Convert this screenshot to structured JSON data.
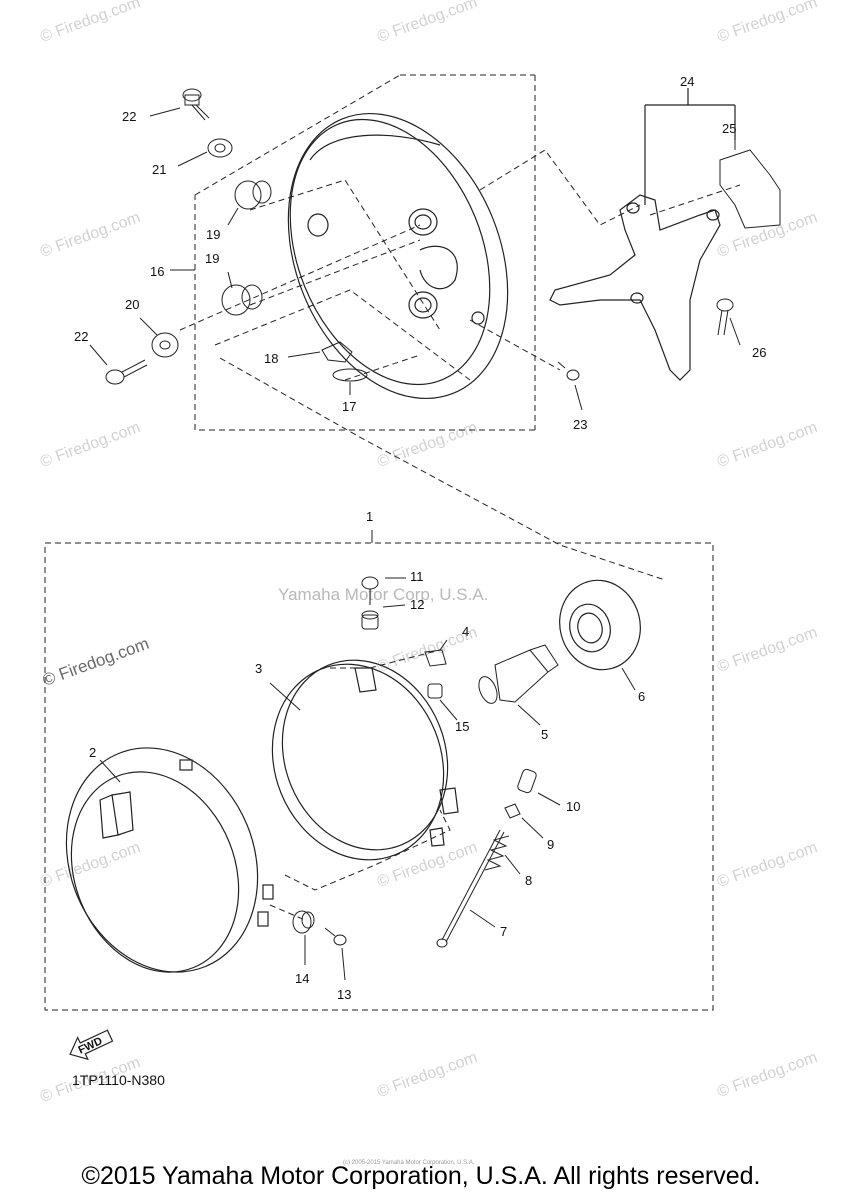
{
  "watermark": "© Firedog.com",
  "center_watermark": "Yamaha Motor Corp, U.S.A.",
  "diagram_code": "1TP1110-N380",
  "fwd_label": "FWD",
  "copyright": "©2015 Yamaha Motor Corporation, U.S.A. All rights reserved.",
  "tiny_note": "(c) 2005-2015 Yamaha Motor Corporation, U.S.A.",
  "part_labels": {
    "p1": "1",
    "p2": "2",
    "p3": "3",
    "p4": "4",
    "p5": "5",
    "p6": "6",
    "p7": "7",
    "p8": "8",
    "p9": "9",
    "p10": "10",
    "p11": "11",
    "p12": "12",
    "p13": "13",
    "p14": "14",
    "p15": "15",
    "p16": "16",
    "p17": "17",
    "p18": "18",
    "p19a": "19",
    "p19b": "19",
    "p20": "20",
    "p21": "21",
    "p22a": "22",
    "p22b": "22",
    "p23": "23",
    "p24": "24",
    "p25": "25",
    "p26": "26"
  }
}
